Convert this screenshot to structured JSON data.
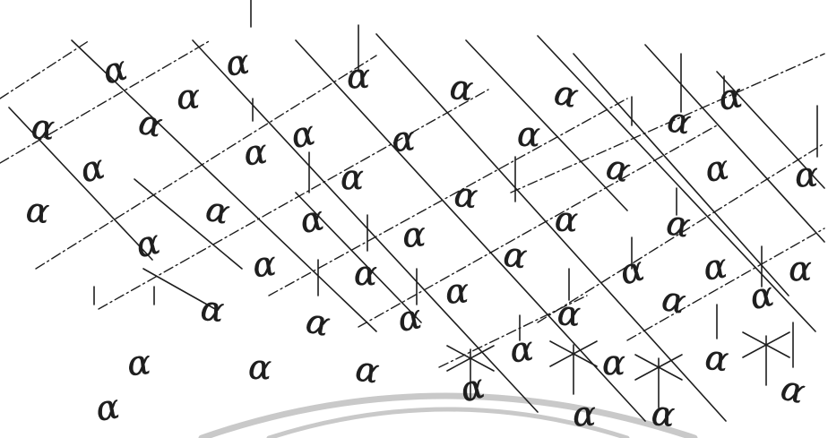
{
  "sketch": {
    "colors": {
      "ink": "#1e1e1e",
      "watermark": "#c9c9c9",
      "paper": "#ffffff"
    },
    "symbols": [
      "α",
      "α",
      "α",
      "α",
      "α",
      "α",
      "α",
      "α",
      "α",
      "α",
      "α",
      "α",
      "α",
      "α",
      "α",
      "α",
      "α",
      "α",
      "α",
      "α",
      "α",
      "α",
      "α",
      "α",
      "α",
      "α",
      "α",
      "α",
      "α",
      "α",
      "α",
      "α",
      "α",
      "α",
      "α",
      "α",
      "α",
      "α",
      "α",
      "α",
      "α",
      "α",
      "α",
      "α",
      "α",
      "α",
      "α",
      "α",
      "α",
      "α",
      "α"
    ]
  }
}
